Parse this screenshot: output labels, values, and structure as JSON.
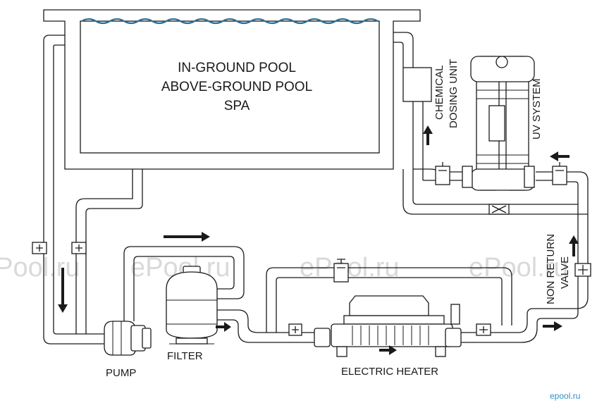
{
  "pool": {
    "line1": "IN-GROUND POOL",
    "line2": "ABOVE-GROUND POOL",
    "line3": "SPA"
  },
  "labels": {
    "chemical_line1": "CHEMICAL",
    "chemical_line2": "DOSING UNIT",
    "uv": "UV SYSTEM",
    "nonreturn_line1": "NON RETURN",
    "nonreturn_line2": "VALVE",
    "filter": "FILTER",
    "pump": "PUMP",
    "heater": "ELECTRIC HEATER"
  },
  "watermarks": {
    "main": "ePool.ru",
    "corner": "epool.ru"
  },
  "colors": {
    "water": "#2a6f9a",
    "lines": "#1a1a1a",
    "watermark": "#d9d9d9",
    "watermark_corner": "#2f8fc4"
  }
}
